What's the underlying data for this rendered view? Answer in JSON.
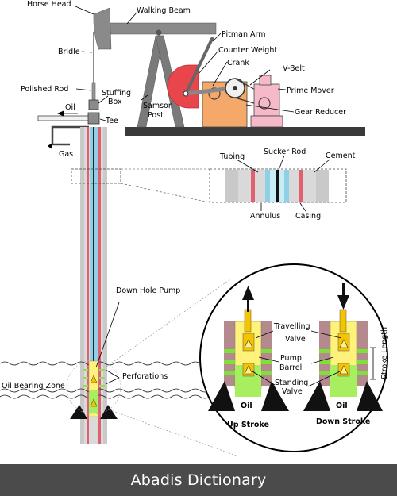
{
  "labels": {
    "horse_head": "Horse Head",
    "walking_beam": "Walking Beam",
    "bridle": "Bridle",
    "pitman_arm": "Pitman Arm",
    "counter_weight": "Counter Weight",
    "crank": "Crank",
    "v_belt": "V-Belt",
    "polished_rod": "Polished Rod",
    "stuffing": "Stuffing",
    "box": "Box",
    "prime_mover": "Prime Mover",
    "oil": "Oil",
    "samson": "Samson",
    "post": "Post",
    "gear_reducer": "Gear Reducer",
    "tee": "Tee",
    "gas": "Gas",
    "tubing": "Tubing",
    "sucker_rod": "Sucker Rod",
    "cement": "Cement",
    "annulus": "Annulus",
    "casing": "Casing",
    "down_hole_pump": "Down Hole Pump",
    "perforations": "Perforations",
    "oil_bearing_zone": "Oil Bearing Zone",
    "travelling": "Travelling",
    "valve": "Valve",
    "pump": "Pump",
    "barrel": "Barrel",
    "standing": "Standing",
    "stroke_length": "Stroke Length",
    "oil_left": "Oil",
    "oil_right": "Oil",
    "up_stroke": "Up Stroke",
    "down_stroke": "Down Stroke"
  },
  "footer": {
    "text": "Abadis Dictionary"
  },
  "colors": {
    "counter_weight": "#e8454c",
    "gear_reducer": "#f4a86a",
    "prime_mover": "#f6b9c7",
    "tubing_blue": "#8fd0e6",
    "casing_red": "#e06070",
    "cement_gray": "#c9c9c9",
    "pump_barrel": "#fff27a",
    "oil_green": "#a8ef60",
    "valve_yellow": "#f5c300",
    "footer_bg": "#4b4b4b"
  }
}
